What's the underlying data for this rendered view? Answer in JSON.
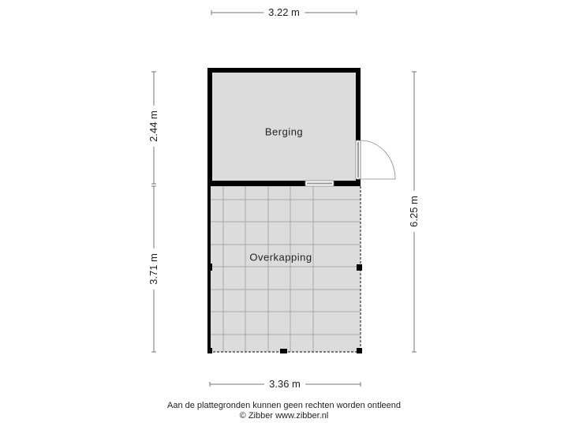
{
  "dimensions": {
    "top_width": "3.22 m",
    "bottom_width": "3.36 m",
    "left_upper_height": "2.44 m",
    "left_lower_height": "3.71 m",
    "right_total_height": "6.25 m"
  },
  "rooms": [
    {
      "name": "Berging",
      "fill": "#dcdcdc"
    },
    {
      "name": "Overkapping",
      "fill": "#dcdcdc"
    }
  ],
  "colors": {
    "wall": "#000000",
    "floor": "#dcdcdc",
    "grid": "#a8a8a8",
    "dimension_line": "#777777",
    "background": "#ffffff"
  },
  "footer": {
    "disclaimer": "Aan de plattegronden kunnen geen rechten worden ontleend",
    "copyright": "© Zibber www.zibber.nl"
  }
}
